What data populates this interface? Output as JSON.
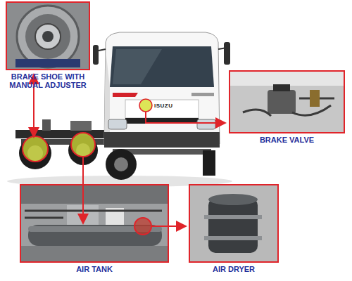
{
  "diagram": {
    "nodes": [
      {
        "text": [
          "BRAKE SHOE WITH MANUAL ADJUSTER"
        ]
      },
      {
        "text": [
          "BRAKE VALVE"
        ]
      },
      {
        "text": [
          "AIR TANK"
        ]
      },
      {
        "text": [
          "AIR DRYER"
        ]
      }
    ],
    "labels": [
      "ISUZU"
    ]
  }
}
